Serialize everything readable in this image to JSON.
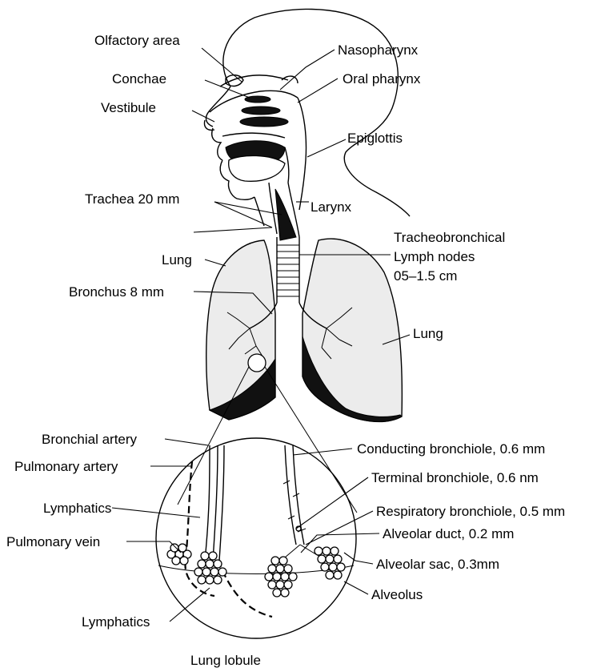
{
  "labels": {
    "olfactory_area": "Olfactory area",
    "conchae": "Conchae",
    "vestibule": "Vestibule",
    "nasopharynx": "Nasopharynx",
    "oral_pharynx": "Oral pharynx",
    "epiglottis": "Epiglottis",
    "trachea": "Trachea 20 mm",
    "larynx": "Larynx",
    "lung_left": "Lung",
    "tracheobronchical_line1": "Tracheobronchical",
    "tracheobronchical_line2": "Lymph nodes",
    "tracheobronchical_line3": "05–1.5 cm",
    "bronchus": "Bronchus 8 mm",
    "lung_right": "Lung",
    "bronchial_artery": "Bronchial artery",
    "pulmonary_artery": "Pulmonary artery",
    "lymphatics_upper": "Lymphatics",
    "pulmonary_vein": "Pulmonary vein",
    "lymphatics_lower": "Lymphatics",
    "conducting_bronchiole": "Conducting bronchiole, 0.6 mm",
    "terminal_bronchiole": "Terminal bronchiole, 0.6 nm",
    "respiratory_bronchiole": "Respiratory bronchiole, 0.5 mm",
    "alveolar_duct": "Alveolar duct, 0.2 mm",
    "alveolar_sac": "Alveolar sac, 0.3mm",
    "alveolus": "Alveolus",
    "lung_lobule": "Lung lobule"
  }
}
